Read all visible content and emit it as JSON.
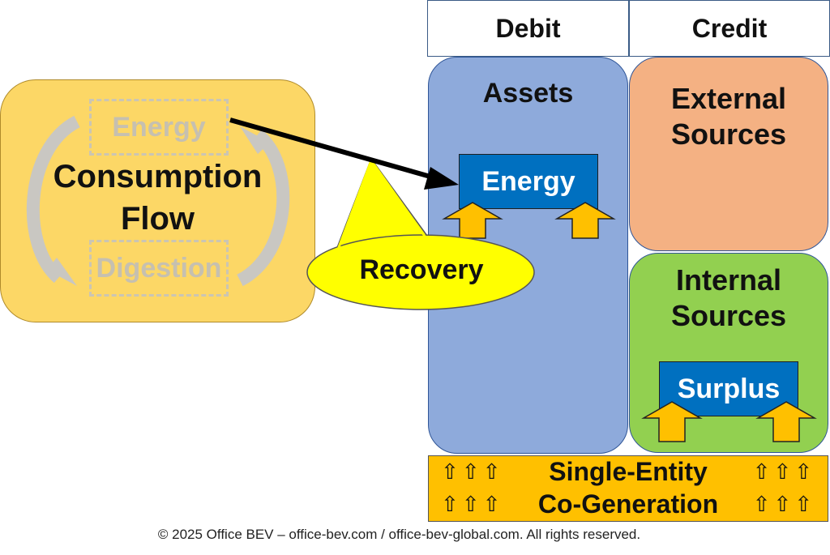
{
  "flow": {
    "title_line1": "Consumption",
    "title_line2": "Flow",
    "energy_label": "Energy",
    "digestion_label": "Digestion"
  },
  "columns": {
    "debit": "Debit",
    "credit": "Credit"
  },
  "assets": {
    "label": "Assets",
    "energy_box": "Energy"
  },
  "external_sources": {
    "line1": "External",
    "line2": "Sources"
  },
  "internal_sources": {
    "line1": "Internal",
    "line2": "Sources",
    "surplus_box": "Surplus"
  },
  "callout": {
    "label": "Recovery"
  },
  "cogeneration": {
    "line1": "Single-Entity",
    "line2": "Co-Generation",
    "arrow_glyphs": "⇧⇧⇧"
  },
  "footer": {
    "copyright": "© 2025 Office BEV – office-bev.com / office-bev-global.com. All rights reserved."
  },
  "colors": {
    "flow_panel": "#fcd766",
    "assets_panel": "#8eaadb",
    "external_panel": "#f4b183",
    "internal_panel": "#92d050",
    "blue_box": "#0070c0",
    "up_arrow": "#ffc000",
    "callout": "#ffff00"
  }
}
